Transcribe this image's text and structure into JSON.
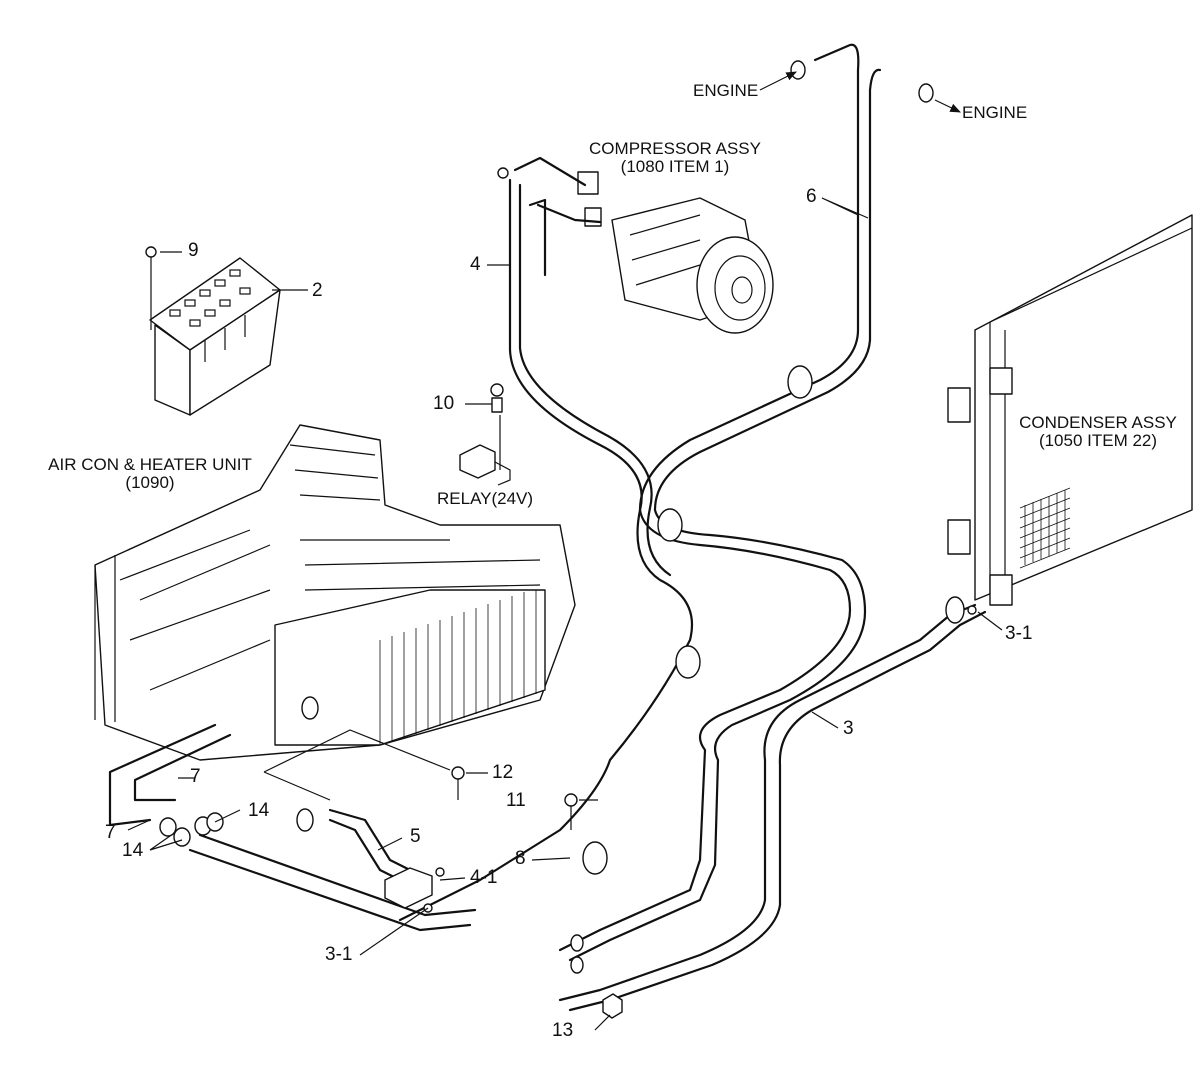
{
  "diagram": {
    "labels": {
      "engine_left": "ENGINE",
      "engine_right": "ENGINE",
      "compressor_line1": "COMPRESSOR ASSY",
      "compressor_line2": "(1080 ITEM 1)",
      "condenser_line1": "CONDENSER ASSY",
      "condenser_line2": "(1050 ITEM 22)",
      "aircon_line1": "AIR CON & HEATER UNIT",
      "aircon_line2": "(1090)",
      "relay": "RELAY(24V)"
    },
    "callouts": {
      "c2": "2",
      "c3": "3",
      "c3_1_right": "3-1",
      "c3_1_bottom": "3-1",
      "c4": "4",
      "c4_1": "4-1",
      "c5": "5",
      "c6": "6",
      "c7_upper": "7",
      "c7_lower": "7",
      "c8": "8",
      "c9": "9",
      "c10": "10",
      "c11": "11",
      "c12": "12",
      "c13": "13",
      "c14_right": "14",
      "c14_left": "14"
    }
  }
}
